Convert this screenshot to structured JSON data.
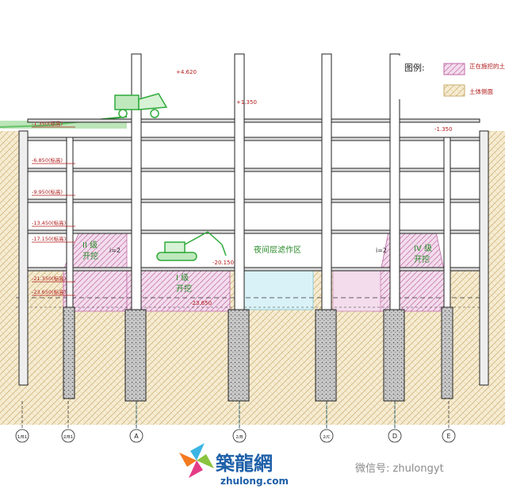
{
  "legend": {
    "title": "图例:",
    "items": [
      {
        "label": "正在施挖的土方"
      },
      {
        "label": "土体侧面"
      }
    ]
  },
  "annotations": {
    "slope_left": "i=2",
    "slope_right": "i=2",
    "center_zone": "夜间层滤作区",
    "stage_1": "I 级",
    "stage_1b": "开挖",
    "stage_2": "II 级",
    "stage_2b": "开挖",
    "stage_4": "IV 级",
    "stage_4b": "开挖",
    "levels": [
      "-1.350(标高)",
      "-6.850(标高)",
      "-9.950(标高)",
      "-13.450(标高)",
      "-17.150(标高)",
      "-21.350(标高)",
      "-23.650(标高)"
    ],
    "top_level": "+4.620",
    "mid_level": "+1.350",
    "right_level": "-1.350",
    "pit_level": "-23.650",
    "exc_level": "-20.150"
  },
  "axes": [
    "1/B1",
    "2/B1",
    "A",
    "2/B",
    "2/C",
    "D",
    "E"
  ],
  "watermark": {
    "logo_text": "築龍網",
    "url": "zhulong.com",
    "wechat": "微信号: zhulongyt"
  }
}
